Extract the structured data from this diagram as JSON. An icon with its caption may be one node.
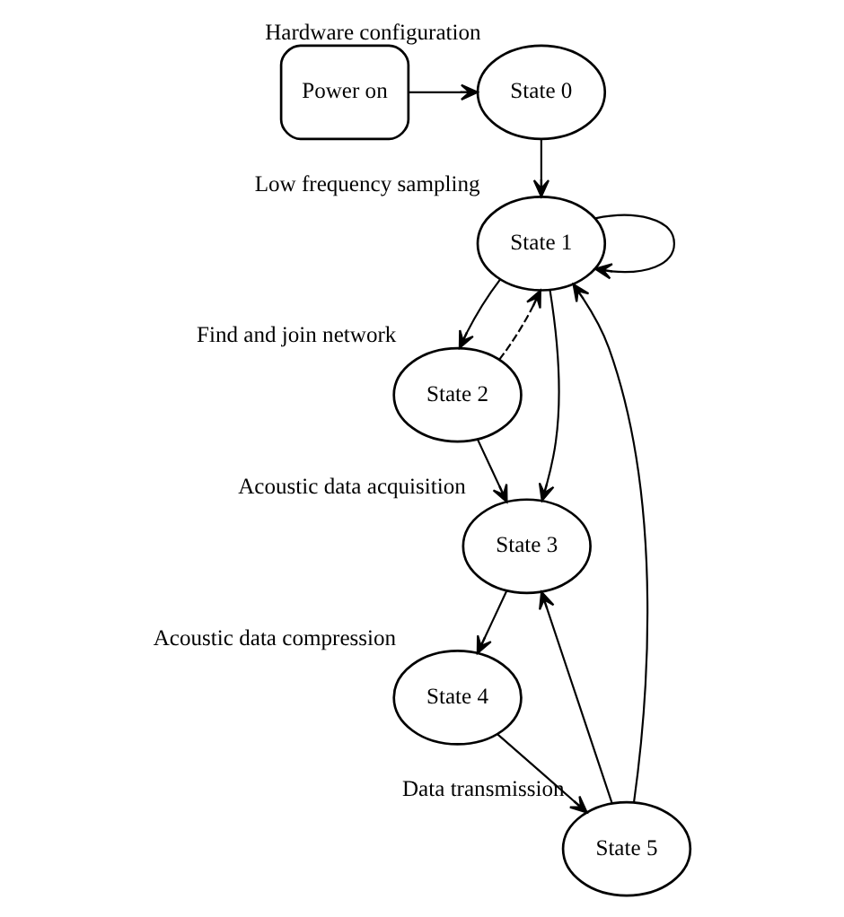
{
  "diagram": {
    "nodes": [
      {
        "text": [
          "Power on"
        ]
      },
      {
        "text": [
          "State 0"
        ],
        "beside": [
          "Hardware configuration"
        ]
      },
      {
        "text": [
          "State 1"
        ],
        "beside": [
          "Low frequency sampling"
        ]
      },
      {
        "text": [
          "State 2"
        ],
        "beside": [
          "Find and join network"
        ]
      },
      {
        "text": [
          "State 3"
        ],
        "beside": [
          "Acoustic data acquisition"
        ]
      },
      {
        "text": [
          "State 4"
        ],
        "beside": [
          "Acoustic data compression"
        ]
      },
      {
        "text": [
          "State 5"
        ],
        "beside": [
          "Data transmission"
        ]
      }
    ],
    "edges": [
      {
        "from": 0,
        "to": 1,
        "arrow": "to"
      },
      {
        "from": 1,
        "to": 2,
        "arrow": "to"
      },
      {
        "from": 2,
        "to": 2,
        "arrow": "to"
      },
      {
        "from": 3,
        "to": 2,
        "arrow": "to",
        "style": "dashed"
      },
      {
        "from": 2,
        "to": 3,
        "arrow": "to"
      },
      {
        "from": 2,
        "to": 4,
        "arrow": "to"
      },
      {
        "from": 3,
        "to": 4,
        "arrow": "to"
      },
      {
        "from": 4,
        "to": 5,
        "arrow": "to"
      },
      {
        "from": 5,
        "to": 6,
        "arrow": "to"
      },
      {
        "from": 6,
        "to": 2,
        "arrow": "to"
      },
      {
        "from": 6,
        "to": 4,
        "arrow": "to"
      }
    ]
  }
}
